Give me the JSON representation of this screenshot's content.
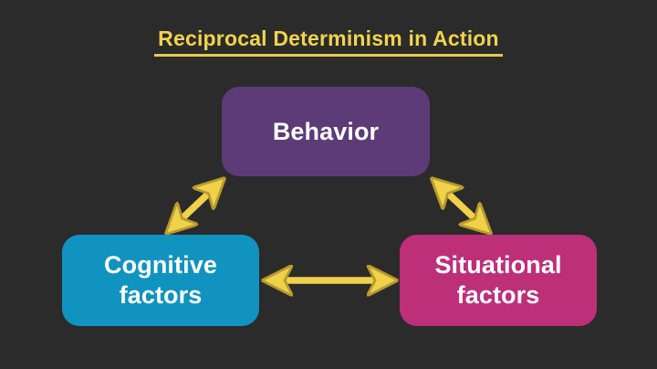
{
  "diagram": {
    "title": "Reciprocal Determinism in Action",
    "background_color": "#2b2b2b",
    "title_color": "#f2d34e",
    "arrow_color": "#efd14a",
    "nodes": [
      {
        "id": "behavior",
        "label": "Behavior",
        "color": "#5c3b77",
        "text_color": "#ffffff",
        "position": "top-center"
      },
      {
        "id": "cognitive",
        "label": "Cognitive\nfactors",
        "color": "#1193c0",
        "text_color": "#ffffff",
        "position": "bottom-left"
      },
      {
        "id": "situational",
        "label": "Situational\nfactors",
        "color": "#be2f7a",
        "text_color": "#ffffff",
        "position": "bottom-right"
      }
    ],
    "connectors": [
      {
        "id": "behavior-cognitive",
        "from": "behavior",
        "to": "cognitive",
        "style": "double-headed-arrow",
        "color": "#efd14a"
      },
      {
        "id": "behavior-situational",
        "from": "behavior",
        "to": "situational",
        "style": "double-headed-arrow",
        "color": "#efd14a"
      },
      {
        "id": "cognitive-situational",
        "from": "cognitive",
        "to": "situational",
        "style": "double-headed-arrow",
        "color": "#efd14a"
      }
    ]
  }
}
